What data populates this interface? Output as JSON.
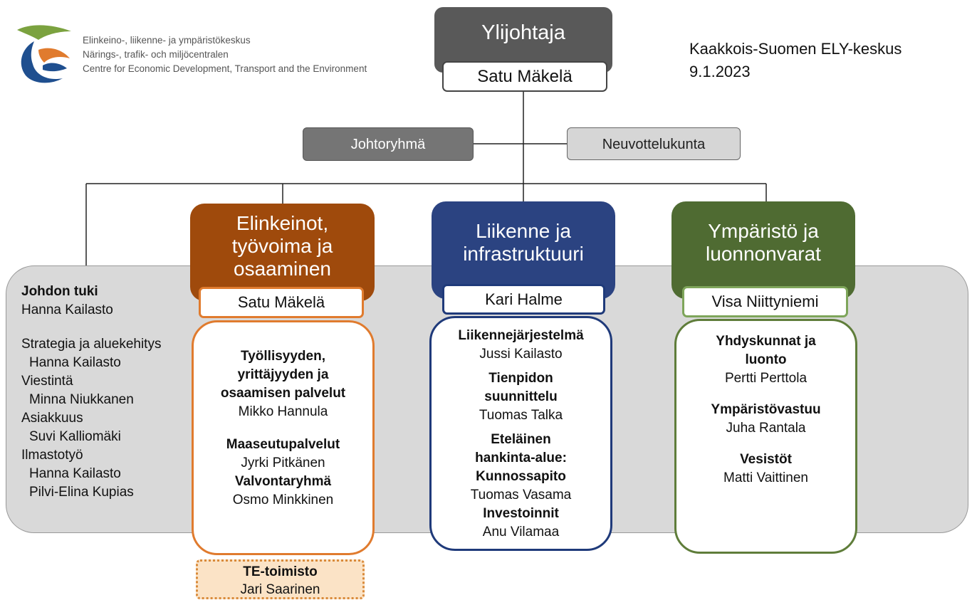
{
  "logo": {
    "icon": "ely-logo-icon",
    "lines": [
      "Elinkeino-, liikenne- ja ympäristökeskus",
      "Närings-, trafik- och miljöcentralen",
      "Centre for Economic Development, Transport and the Environment"
    ]
  },
  "region": {
    "name": "Kaakkois-Suomen ELY-keskus",
    "date": "9.1.2023"
  },
  "director": {
    "title": "Ylijohtaja",
    "name": "Satu Mäkelä"
  },
  "groups": {
    "management": "Johtoryhmä",
    "council": "Neuvottelukunta"
  },
  "support": {
    "title": "Johdon tuki",
    "head": "Hanna Kailasto",
    "areas": [
      {
        "name": "Strategia ja aluekehitys",
        "person": "Hanna Kailasto"
      },
      {
        "name": "Viestintä",
        "person": "Minna Niukkanen"
      },
      {
        "name": "Asiakkuus",
        "person": "Suvi Kalliomäki"
      },
      {
        "name": "Ilmastotyö",
        "person": "Hanna Kailasto",
        "person2": "Pilvi-Elina Kupias"
      }
    ]
  },
  "divisions": [
    {
      "title_lines": [
        "Elinkeinot,",
        "työvoima ja",
        "osaaminen"
      ],
      "manager": "Satu Mäkelä",
      "color": "#9f4a0c",
      "units": [
        {
          "title_lines": [
            "Työllisyyden,",
            "yrittäjyyden ja",
            "osaamisen palvelut"
          ],
          "person": "Mikko Hannula"
        },
        {
          "title_lines": [
            "Maaseutupalvelut"
          ],
          "person": "Jyrki Pitkänen"
        },
        {
          "title_lines": [
            "Valvontaryhmä"
          ],
          "person": "Osmo Minkkinen"
        }
      ]
    },
    {
      "title_lines": [
        "Liikenne ja",
        "infrastruktuuri"
      ],
      "manager": "Kari Halme",
      "color": "#2b4381",
      "units": [
        {
          "title_lines": [
            "Liikennejärjestelmä"
          ],
          "person": "Jussi Kailasto"
        },
        {
          "title_lines": [
            "Tienpidon",
            "suunnittelu"
          ],
          "person": "Tuomas Talka"
        },
        {
          "title_lines": [
            "Eteläinen",
            "hankinta-alue:",
            "Kunnossapito"
          ],
          "person": "Tuomas Vasama"
        },
        {
          "title_lines": [
            "Investoinnit"
          ],
          "person": "Anu Vilamaa"
        }
      ]
    },
    {
      "title_lines": [
        "Ympäristö ja",
        "luonnonvarat"
      ],
      "manager": "Visa Niittyniemi",
      "color": "#4f6b32",
      "units": [
        {
          "title_lines": [
            "Yhdyskunnat ja",
            "luonto"
          ],
          "person": "Pertti Perttola"
        },
        {
          "title_lines": [
            "Ympäristövastuu"
          ],
          "person": "Juha Rantala"
        },
        {
          "title_lines": [
            "Vesistöt"
          ],
          "person": "Matti Vaittinen"
        }
      ]
    }
  ],
  "te_office": {
    "title": "TE-toimisto",
    "person": "Jari Saarinen"
  }
}
